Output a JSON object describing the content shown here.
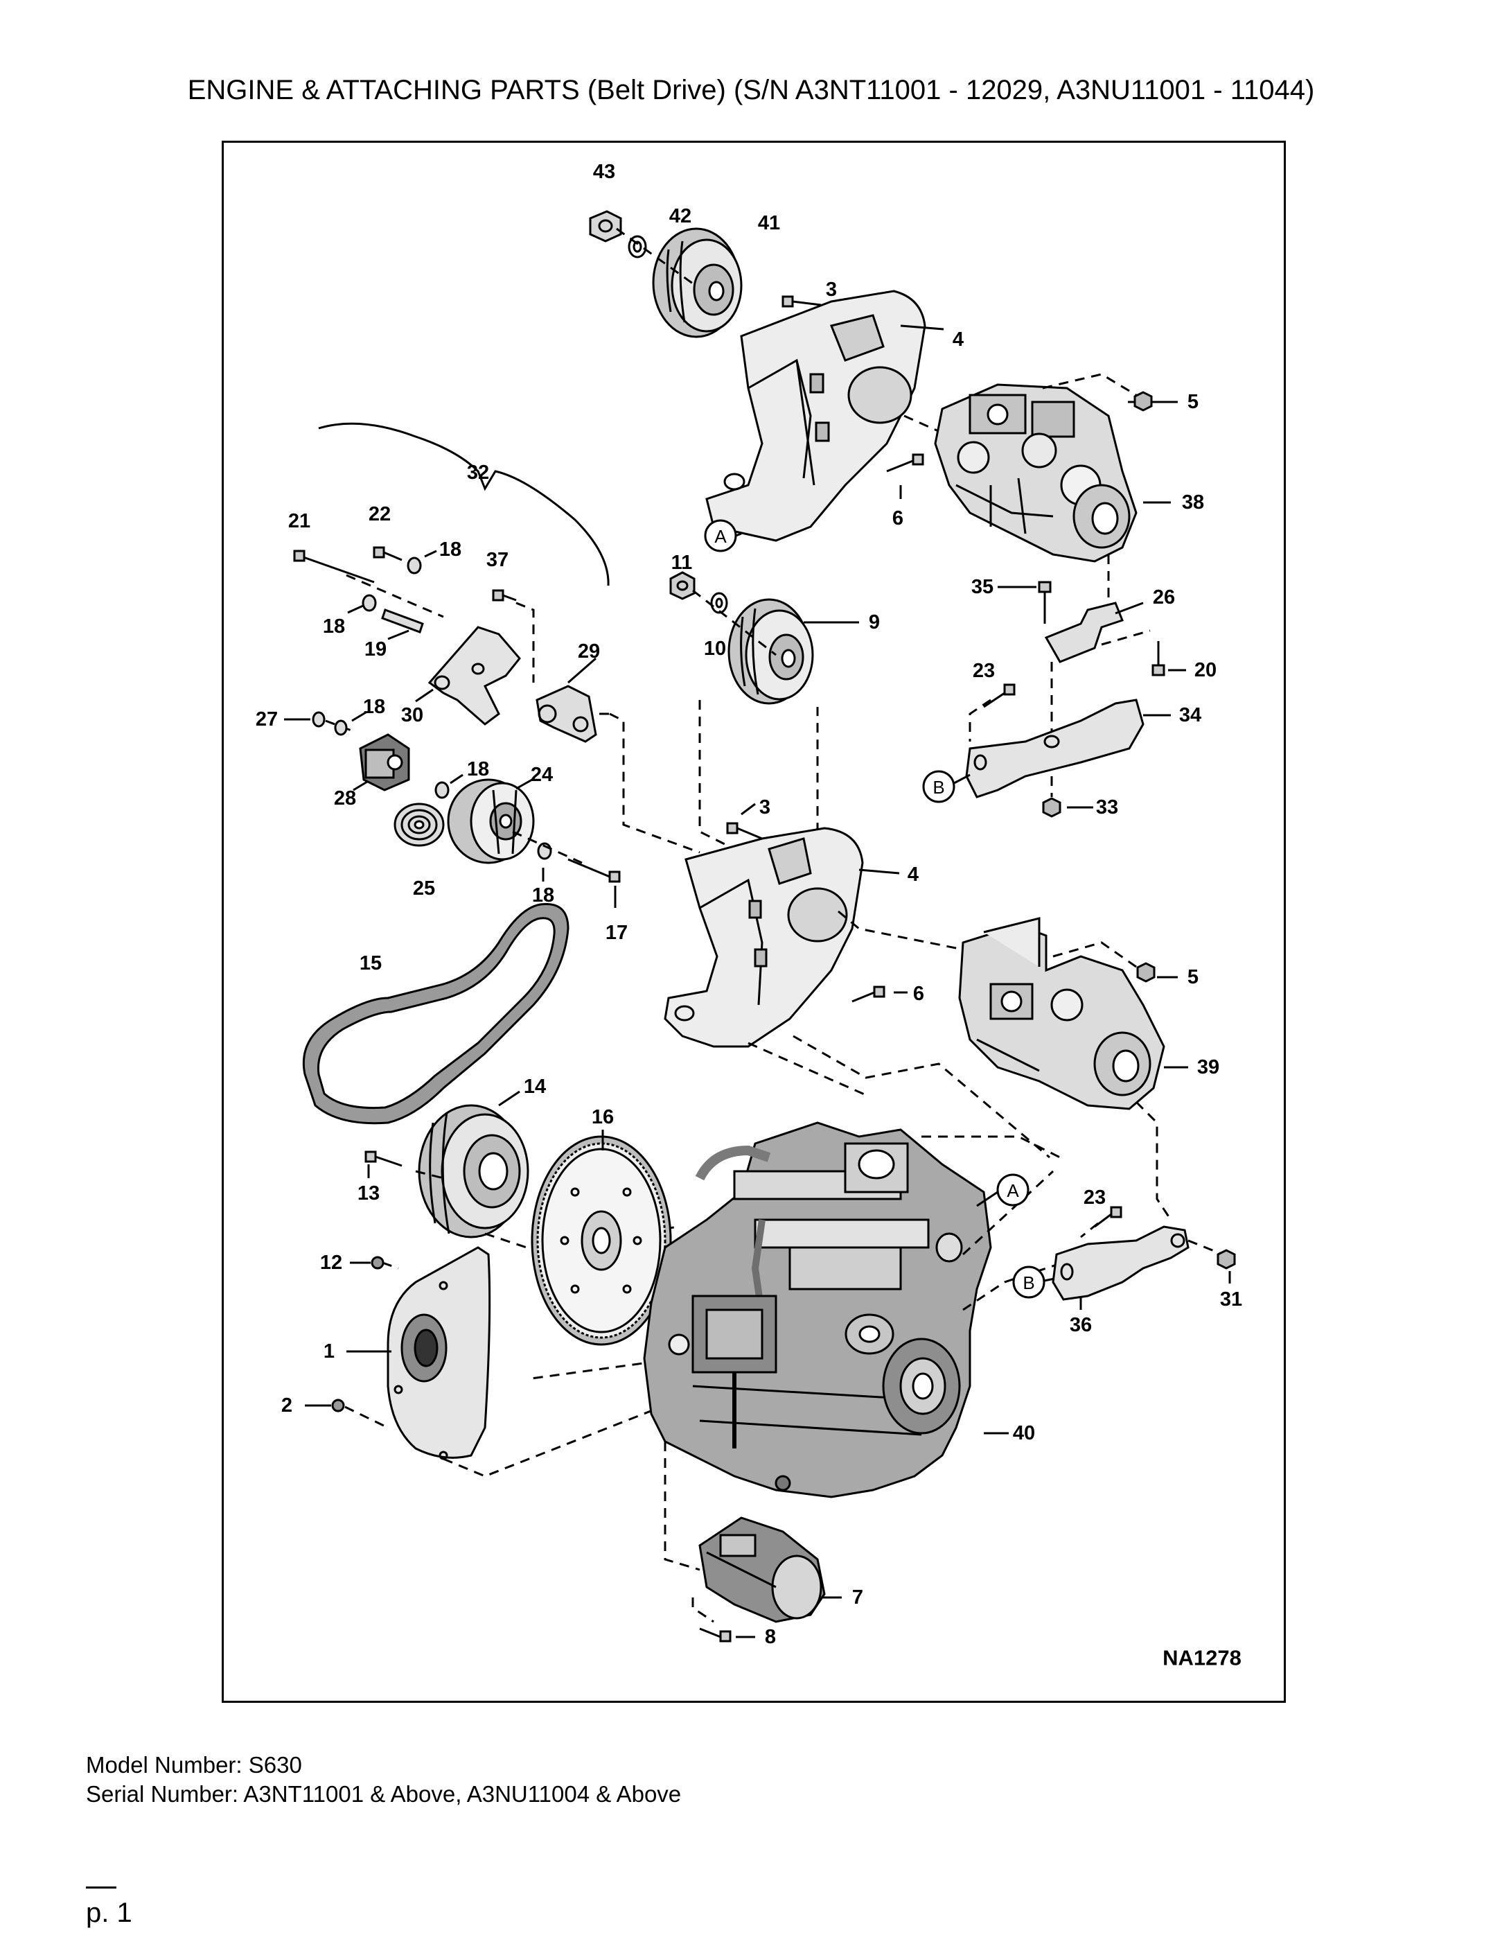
{
  "header": {
    "title": "ENGINE & ATTACHING PARTS (Belt Drive) (S/N A3NT11001 - 12029, A3NU11001 - 11044)"
  },
  "diagram": {
    "figure_id": "NA1278",
    "callouts": {
      "c1": "1",
      "c2": "2",
      "c3a": "3",
      "c3b": "3",
      "c4a": "4",
      "c4b": "4",
      "c5a": "5",
      "c5b": "5",
      "c6a": "6",
      "c6b": "6",
      "c7": "7",
      "c8": "8",
      "c9": "9",
      "c10": "10",
      "c11": "11",
      "c12": "12",
      "c13": "13",
      "c14": "14",
      "c15": "15",
      "c16": "16",
      "c17": "17",
      "c18a": "18",
      "c18b": "18",
      "c18c": "18",
      "c18d": "18",
      "c18e": "18",
      "c19": "19",
      "c20": "20",
      "c21": "21",
      "c22": "22",
      "c23a": "23",
      "c23b": "23",
      "c24": "24",
      "c25": "25",
      "c26": "26",
      "c27": "27",
      "c28": "28",
      "c29": "29",
      "c30": "30",
      "c31": "31",
      "c32": "32",
      "c33": "33",
      "c34": "34",
      "c35": "35",
      "c36": "36",
      "c37": "37",
      "c38": "38",
      "c39": "39",
      "c40": "40",
      "c41": "41",
      "c42": "42",
      "c43": "43"
    },
    "ref_markers": {
      "a1": "A",
      "a2": "A",
      "b1": "B",
      "b2": "B"
    }
  },
  "footer": {
    "model": "Model Number: S630",
    "serial": "Serial Number: A3NT11001 & Above, A3NU11004 & Above",
    "page": "p. 1"
  }
}
